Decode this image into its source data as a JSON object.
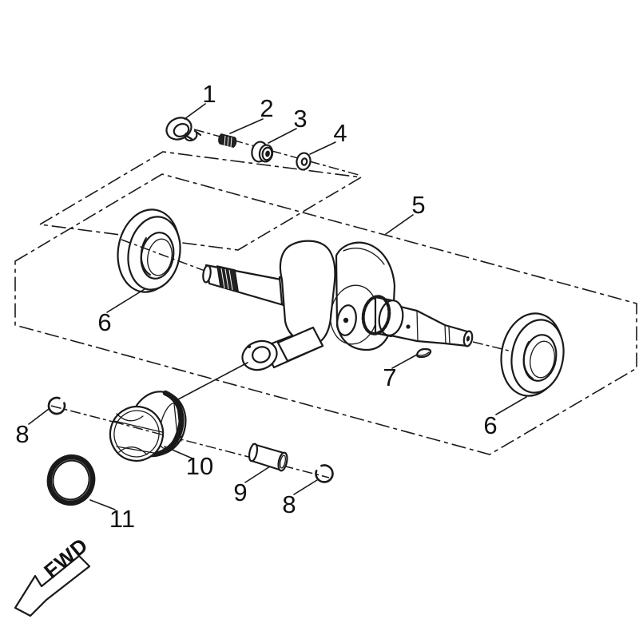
{
  "colors": {
    "background": "#ffffff",
    "line": "#1a1a1a",
    "text": "#111111"
  },
  "callouts": {
    "c1": "1",
    "c2": "2",
    "c3": "3",
    "c4": "4",
    "c5": "5",
    "c6_left": "6",
    "c6_right": "6",
    "c7": "7",
    "c8_left": "8",
    "c8_right": "8",
    "c9": "9",
    "c10": "10",
    "c11": "11"
  },
  "fwd": {
    "label": "FWD"
  }
}
